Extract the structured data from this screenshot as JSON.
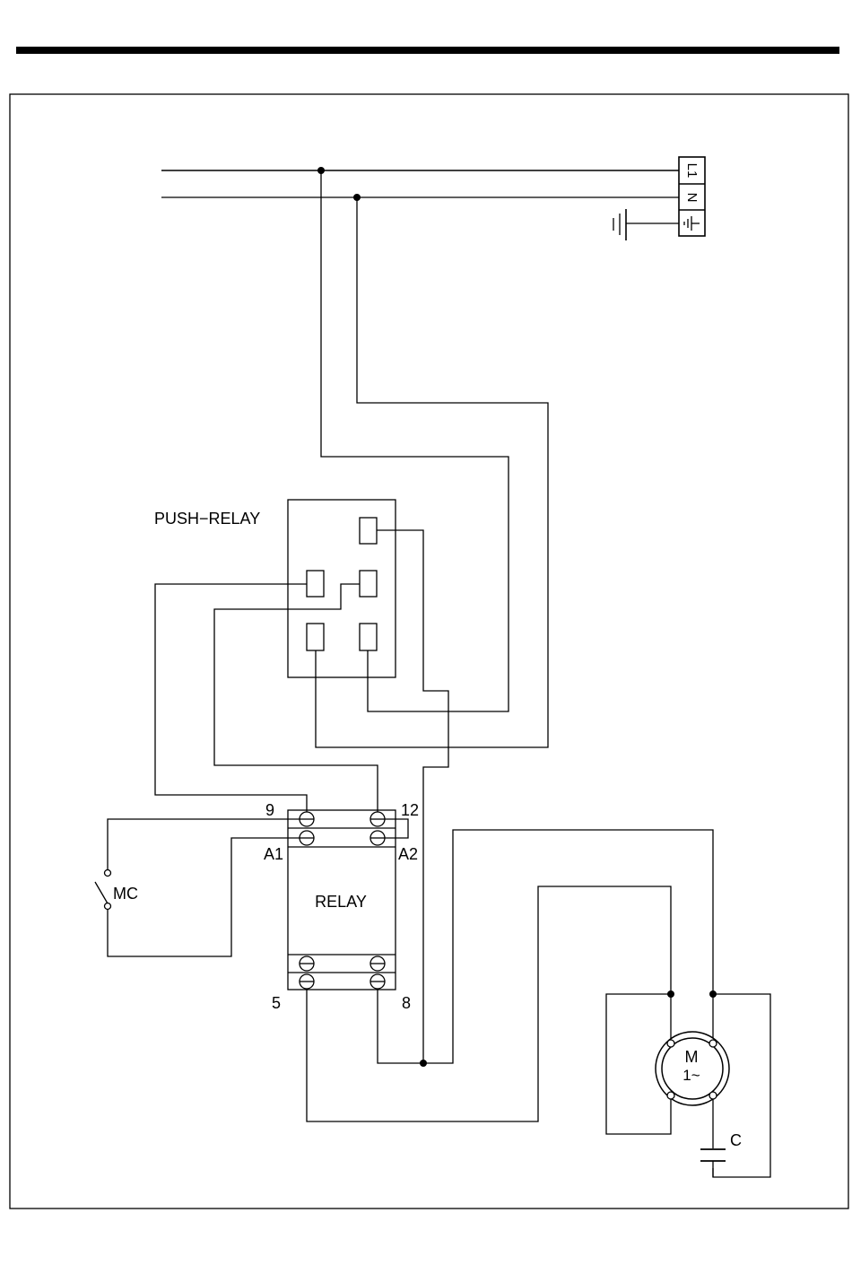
{
  "labels": {
    "terminal_l1": "L1",
    "terminal_n": "N",
    "push_relay": "PUSH−RELAY",
    "relay": "RELAY",
    "pin_9": "9",
    "pin_12": "12",
    "pin_a1": "A1",
    "pin_a2": "A2",
    "pin_5": "5",
    "pin_8": "8",
    "switch_mc": "MC",
    "motor_m": "M",
    "motor_phase": "1~",
    "capacitor_c": "C"
  },
  "colors": {
    "line": "#000000",
    "background": "#ffffff"
  },
  "icons": [
    "ground-symbol",
    "normally-open-switch",
    "single-phase-motor",
    "capacitor"
  ]
}
